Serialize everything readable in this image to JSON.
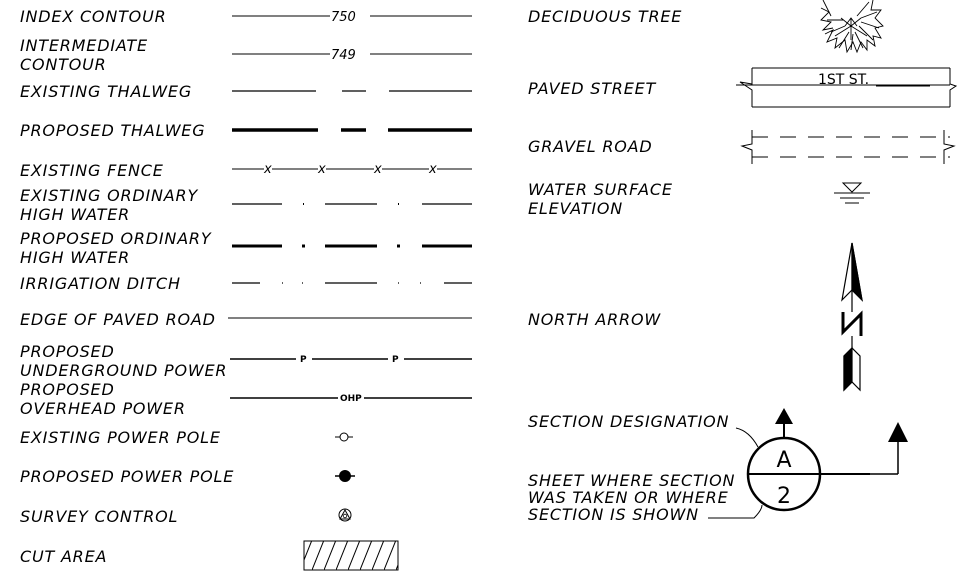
{
  "legend_left": {
    "index_contour": {
      "label": "INDEX CONTOUR",
      "value": "750"
    },
    "intermediate_contour": {
      "label": [
        "INTERMEDIATE",
        "CONTOUR"
      ],
      "value": "749"
    },
    "existing_thalweg": {
      "label": "EXISTING THALWEG"
    },
    "proposed_thalweg": {
      "label": "PROPOSED THALWEG"
    },
    "existing_fence": {
      "label": "EXISTING FENCE",
      "marker": "x"
    },
    "existing_ohw": {
      "label": [
        "EXISTING ORDINARY",
        "HIGH WATER"
      ]
    },
    "proposed_ohw": {
      "label": [
        "PROPOSED ORDINARY",
        "HIGH WATER"
      ]
    },
    "irrigation_ditch": {
      "label": "IRRIGATION DITCH"
    },
    "edge_paved_road": {
      "label": "EDGE OF PAVED ROAD"
    },
    "proposed_ug_power": {
      "label": [
        "PROPOSED",
        "UNDERGROUND POWER"
      ],
      "marker": "P"
    },
    "proposed_oh_power": {
      "label": [
        "PROPOSED",
        "OVERHEAD POWER"
      ],
      "marker": "OHP"
    },
    "existing_power_pole": {
      "label": "EXISTING POWER POLE"
    },
    "proposed_power_pole": {
      "label": "PROPOSED POWER POLE"
    },
    "survey_control": {
      "label": "SURVEY CONTROL"
    },
    "cut_area": {
      "label": "CUT AREA"
    }
  },
  "legend_right": {
    "deciduous_tree": {
      "label": "DECIDUOUS TREE"
    },
    "paved_street": {
      "label": "PAVED STREET",
      "street_name": "1ST ST."
    },
    "gravel_road": {
      "label": "GRAVEL ROAD"
    },
    "water_surface": {
      "label": [
        "WATER SURFACE",
        "ELEVATION"
      ]
    },
    "north_arrow": {
      "label": "NORTH ARROW",
      "letter": "N"
    },
    "section_designation": {
      "label": "SECTION DESIGNATION",
      "letter": "A"
    },
    "sheet_where": {
      "label": [
        "SHEET WHERE SECTION",
        "WAS TAKEN OR WHERE",
        "SECTION IS SHOWN"
      ],
      "number": "2"
    }
  },
  "colors": {
    "ink": "#000000",
    "background": "#ffffff"
  }
}
